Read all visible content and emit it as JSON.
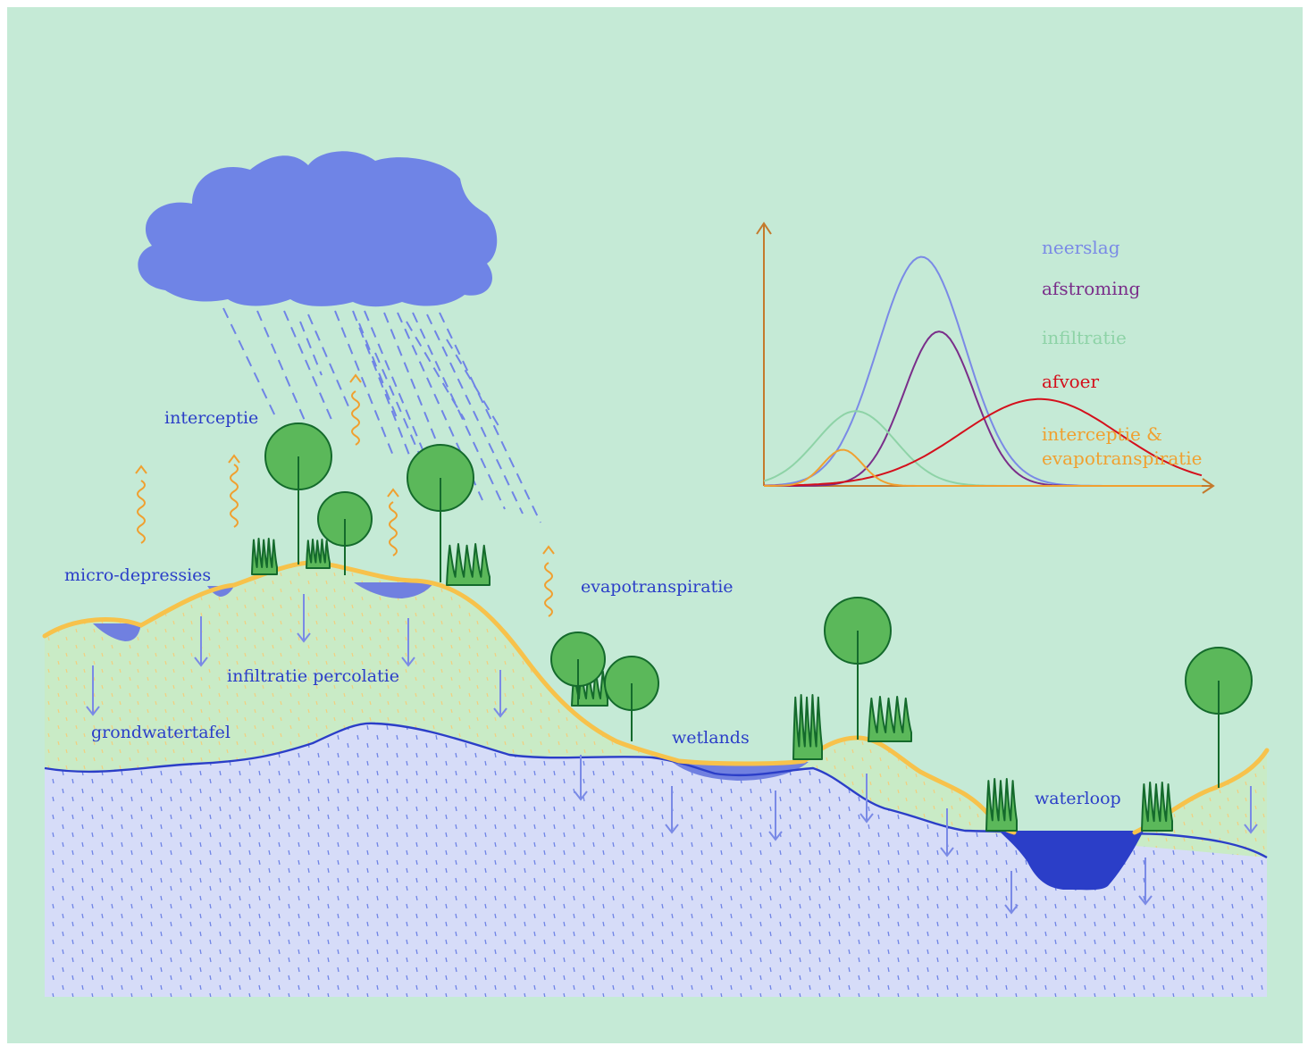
{
  "colors": {
    "background": "#c5ead6",
    "cloud": "#6f84e6",
    "rain": "#6f84e6",
    "evap": "#f0a030",
    "soil_line": "#f7c24b",
    "groundwater": "#d6dcf8",
    "groundwater_line": "#2b3ec8",
    "pond": "#7080e0",
    "river": "#2b3ec8",
    "tree": "#5bb85a",
    "tree_line": "#146a2c",
    "arrow": "#7a8ae6",
    "label": "#2b3ec8",
    "graph_axis": "#c47a2c"
  },
  "labels": {
    "interceptie": "interceptie",
    "micro_depressies": "micro-depressies",
    "infiltratie_percolatie": "infiltratie percolatie",
    "grondwatertafel": "grondwatertafel",
    "evapotranspiratie": "evapotranspiratie",
    "wetlands": "wetlands",
    "waterloop": "waterloop"
  },
  "chart_data": {
    "type": "line",
    "xlabel": "",
    "ylabel": "",
    "series": [
      {
        "name": "neerslag",
        "color": "#7a8ae6",
        "peak": 0.95,
        "peak_at": 0.36,
        "spread": 0.1
      },
      {
        "name": "afstroming",
        "color": "#7a2e8a",
        "peak": 0.64,
        "peak_at": 0.4,
        "spread": 0.08
      },
      {
        "name": "infiltratie",
        "color": "#8ed3a7",
        "peak": 0.31,
        "peak_at": 0.21,
        "spread": 0.09
      },
      {
        "name": "afvoer",
        "color": "#d4101c",
        "peak": 0.36,
        "peak_at": 0.63,
        "spread": 0.18
      },
      {
        "name": "interceptie & evapotranspiratie",
        "color": "#f0a030",
        "peak": 0.15,
        "peak_at": 0.18,
        "spread": 0.045
      }
    ],
    "legend_lines": {
      "neerslag": "neerslag",
      "afstroming": "afstroming",
      "infiltratie": "infiltratie",
      "afvoer": "afvoer",
      "interceptie_line1": "interceptie &",
      "interceptie_line2": "evapotranspiratie"
    }
  }
}
